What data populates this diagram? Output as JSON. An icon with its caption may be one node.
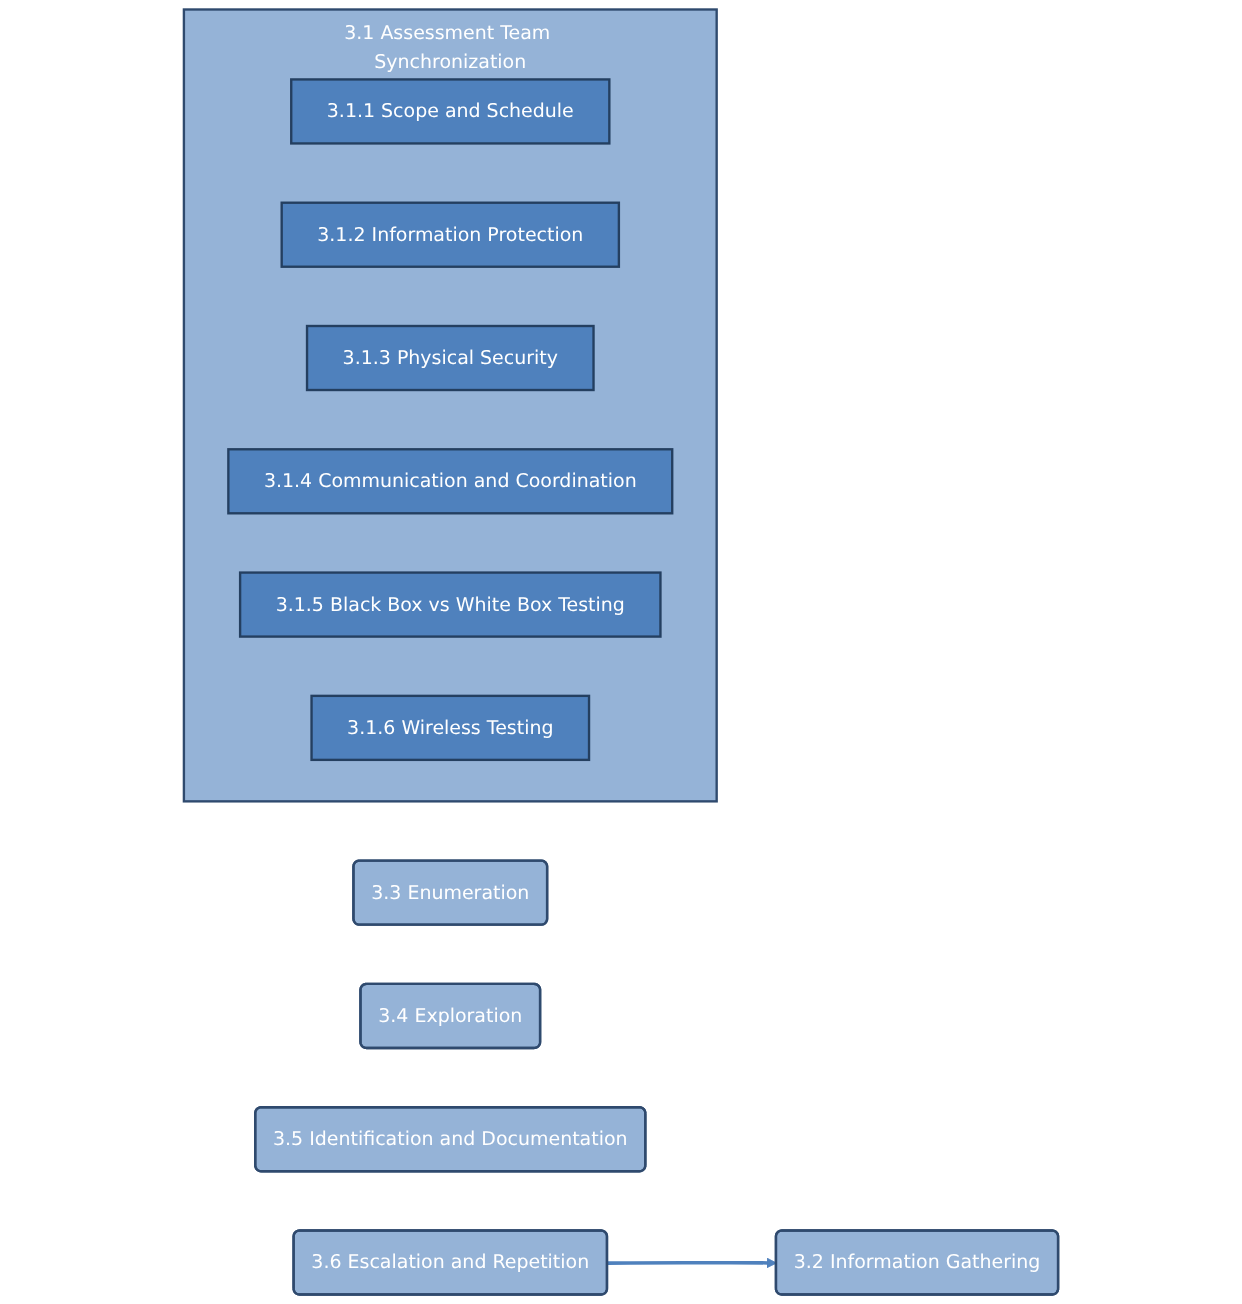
{
  "diagram": {
    "nodes": [
      {
        "text": [
          "3.1 Assessment Team Synchronization"
        ]
      },
      {
        "text": [
          "3.1.1 Scope and Schedule"
        ],
        "in": 0
      },
      {
        "text": [
          "3.1.2 Information Protection"
        ],
        "in": 0
      },
      {
        "text": [
          "3.1.3 Physical Security"
        ],
        "in": 0
      },
      {
        "text": [
          "3.1.4 Communication and Coordination"
        ],
        "in": 0
      },
      {
        "text": [
          "3.1.5 Black Box vs White Box Testing"
        ],
        "in": 0
      },
      {
        "text": [
          "3.1.6 Wireless Testing"
        ],
        "in": 0
      },
      {
        "text": [
          "3.2 Information Gathering"
        ]
      },
      {
        "text": [
          "3.3 Enumeration"
        ]
      },
      {
        "text": [
          "3.4 Exploration"
        ]
      },
      {
        "text": [
          "3.5 Identification and Documentation"
        ]
      },
      {
        "text": [
          "3.6 Escalation and Repetition"
        ]
      }
    ],
    "edges": [
      {
        "from": 11,
        "to": 7,
        "arrow": "to",
        "color": "#4f81bd"
      }
    ]
  }
}
